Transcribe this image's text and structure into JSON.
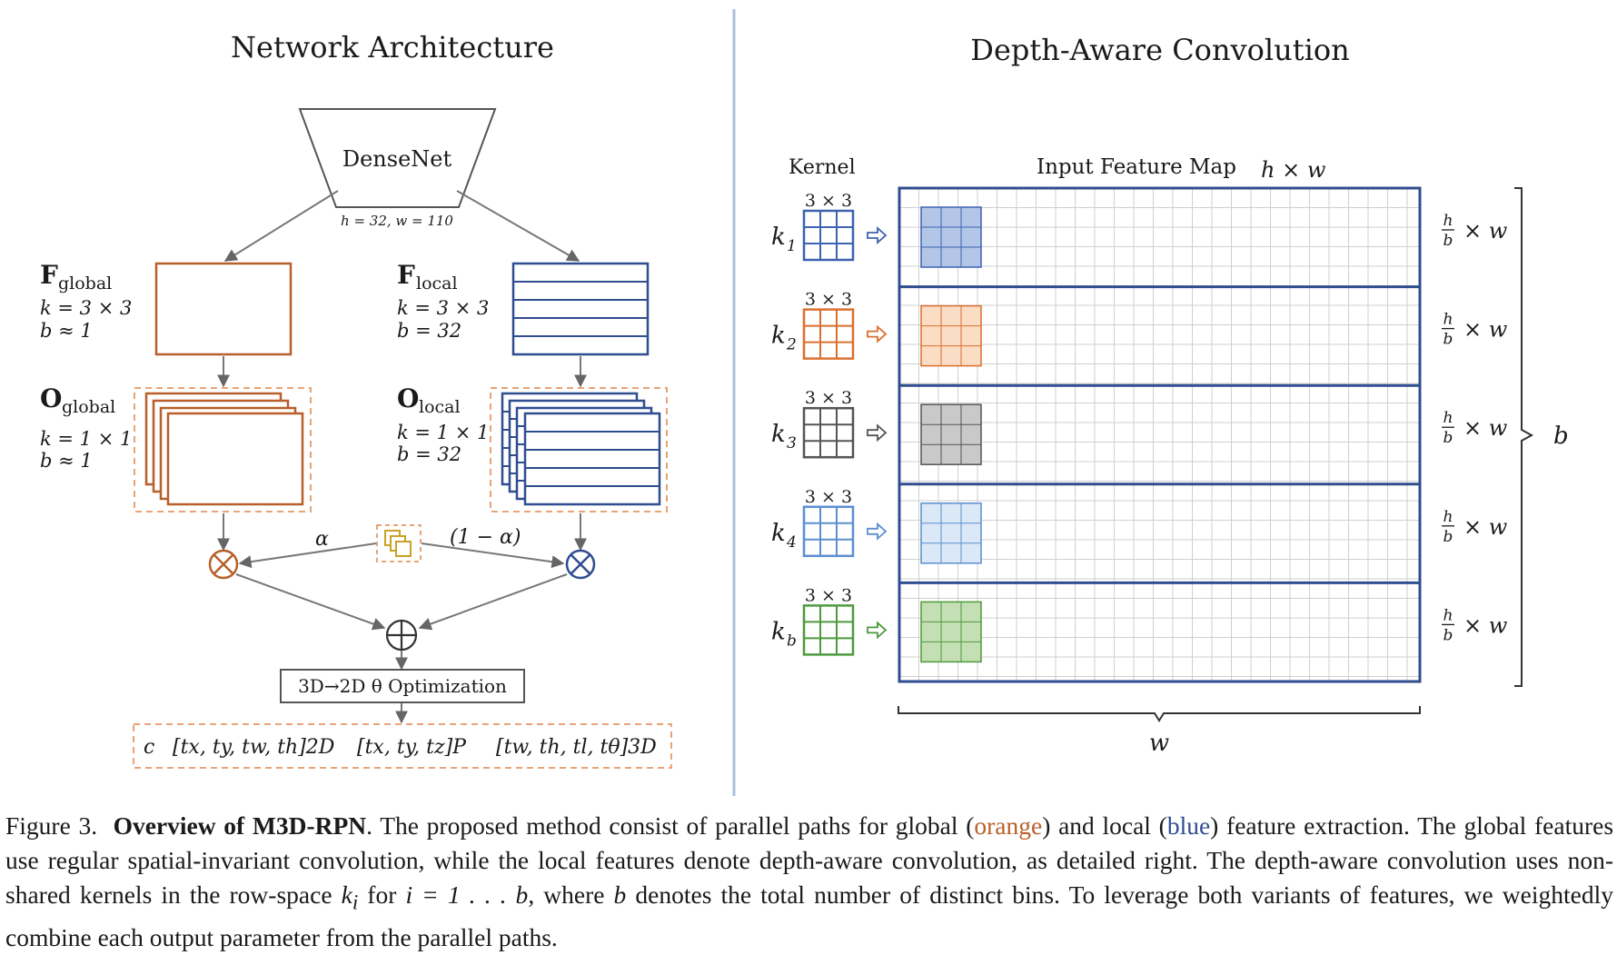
{
  "left_panel": {
    "title": "Network Architecture",
    "densenet_label": "DenseNet",
    "densenet_size": "h = 32, w = 110",
    "f_global": {
      "name": "F",
      "sub": "global",
      "k": "k = 3 × 3",
      "b": "b ≈ 1"
    },
    "f_local": {
      "name": "F",
      "sub": "local",
      "k": "k = 3 × 3",
      "b": "b = 32"
    },
    "o_global": {
      "name": "O",
      "sub": "global",
      "k": "k = 1 × 1",
      "b": "b ≈ 1"
    },
    "o_local": {
      "name": "O",
      "sub": "local",
      "k": "k = 1 × 1",
      "b": "b = 32"
    },
    "alpha": "α",
    "one_minus_alpha": "(1 − α)",
    "optimization_label": "3D→2D θ Optimization",
    "output_c": "c",
    "output_2d": "[tx, ty, tw, th]2D",
    "output_p": "[tx, ty, tz]P",
    "output_3d": "[tw, th, tl, tθ]3D"
  },
  "right_panel": {
    "title": "Depth-Aware Convolution",
    "kernel_header": "Kernel",
    "input_map_header": "Input Feature Map",
    "input_map_dims": "h × w",
    "kernel_size_label": "3 × 3",
    "row_dim_label": "× w",
    "frac_num": "h",
    "frac_den": "b",
    "bins_label": "b",
    "width_label": "w",
    "kernels": [
      {
        "name": "k",
        "sub": "1",
        "color": "#3d63b0",
        "fill": "#b4c6e7"
      },
      {
        "name": "k",
        "sub": "2",
        "color": "#d9702f",
        "fill": "#fbdcc4"
      },
      {
        "name": "k",
        "sub": "3",
        "color": "#555555",
        "fill": "#c9c9c9"
      },
      {
        "name": "k",
        "sub": "4",
        "color": "#5b8fd1",
        "fill": "#dbe8f6"
      },
      {
        "name": "k",
        "sub": "b",
        "color": "#4e9a3d",
        "fill": "#c4dfb3"
      }
    ]
  },
  "colors": {
    "orange": "#b85f2a",
    "blue": "#2f4d8f",
    "grid": "#cfcfcf",
    "divider": "#a9bfe0",
    "dashed_orange": "#e8a478",
    "weight_icon": "#c9a227"
  },
  "caption": {
    "prefix": "Figure 3.",
    "bold_title": "Overview of M3D-RPN",
    "s1": ". The proposed method consist of parallel paths for global (",
    "orange_word": "orange",
    "s2": ") and local (",
    "blue_word": "blue",
    "s3": ") feature extraction. The global features use regular spatial-invariant convolution, while the local features denote depth-aware convolution, as detailed right. The depth-aware convolution uses non-shared kernels in the row-space ",
    "ki": "k",
    "ki_sub": "i",
    "s4": " for ",
    "range": "i = 1 . . . b",
    "s5": ", where ",
    "b_var": "b",
    "s6": " denotes the total number of distinct bins. To leverage both variants of features, we weightedly combine each output parameter from the parallel paths."
  }
}
